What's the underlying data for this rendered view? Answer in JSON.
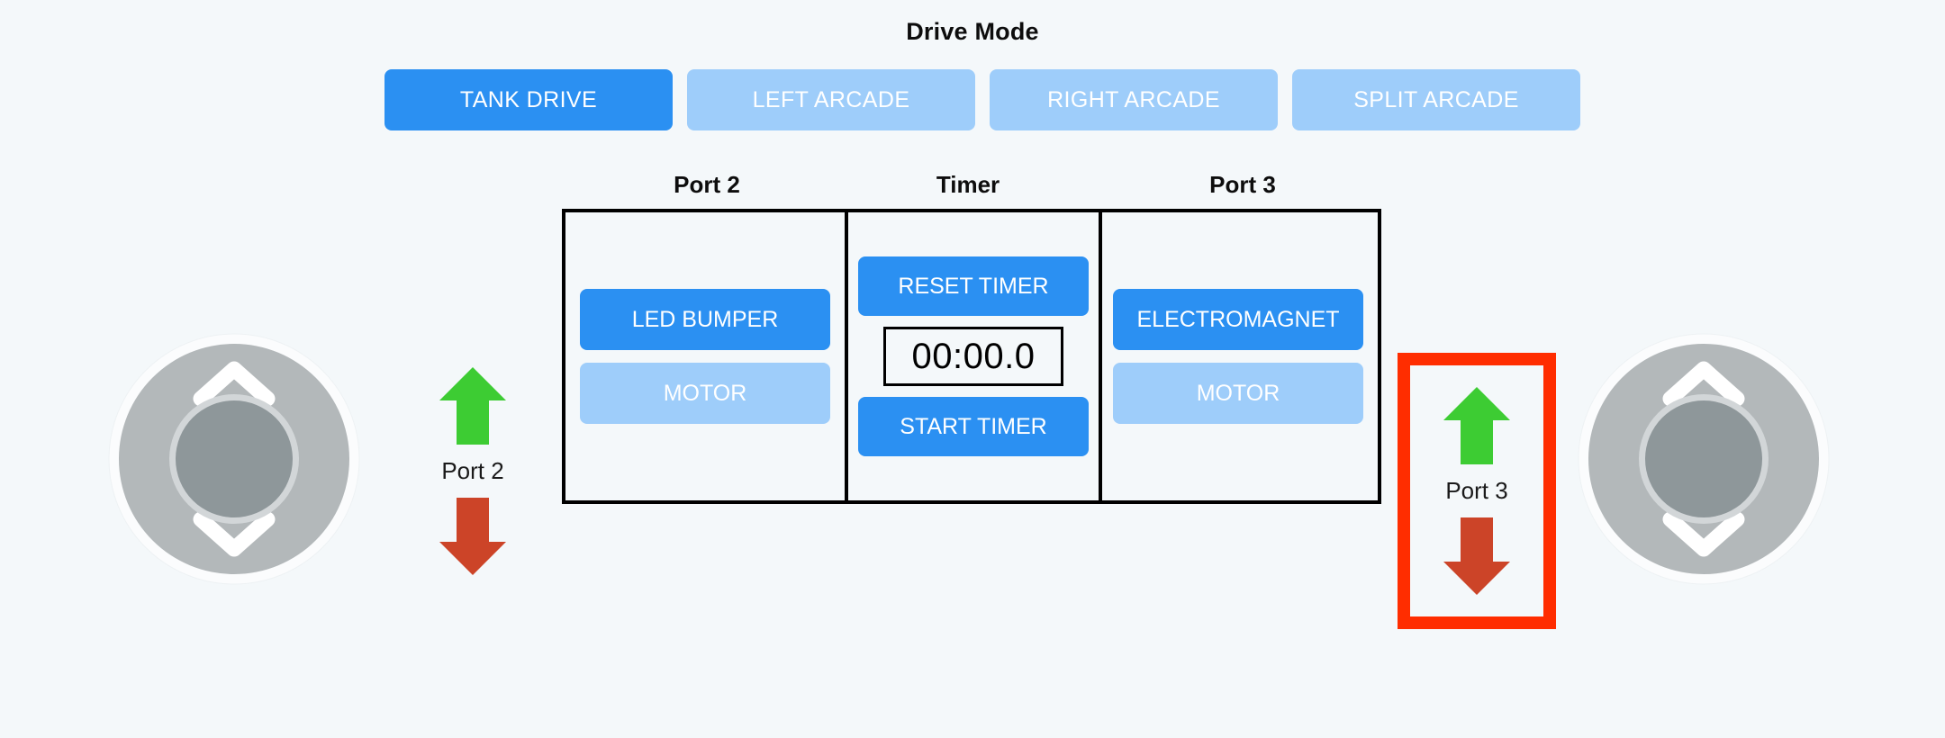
{
  "drive_mode": {
    "title": "Drive Mode",
    "options": [
      {
        "label": "TANK DRIVE",
        "active": true
      },
      {
        "label": "LEFT ARCADE",
        "active": false
      },
      {
        "label": "RIGHT ARCADE",
        "active": false
      },
      {
        "label": "SPLIT ARCADE",
        "active": false
      }
    ]
  },
  "panel": {
    "captions": {
      "port2": "Port 2",
      "timer": "Timer",
      "port3": "Port 3"
    },
    "port2": {
      "buttons": [
        {
          "label": "LED BUMPER",
          "active": true
        },
        {
          "label": "MOTOR",
          "active": false
        }
      ]
    },
    "timer": {
      "reset_label": "RESET TIMER",
      "display": "00:00.0",
      "start_label": "START TIMER"
    },
    "port3": {
      "buttons": [
        {
          "label": "ELECTROMAGNET",
          "active": true
        },
        {
          "label": "MOTOR",
          "active": false
        }
      ]
    }
  },
  "port_indicators": [
    {
      "label": "Port 2",
      "up_icon": "arrow-up-icon",
      "down_icon": "arrow-down-icon",
      "highlighted": false
    },
    {
      "label": "Port 3",
      "up_icon": "arrow-up-icon",
      "down_icon": "arrow-down-icon",
      "highlighted": true
    }
  ],
  "joysticks": [
    {
      "name": "left-joystick",
      "up_icon": "chevron-up-icon",
      "down_icon": "chevron-down-icon"
    },
    {
      "name": "right-joystick",
      "up_icon": "chevron-up-icon",
      "down_icon": "chevron-down-icon"
    }
  ],
  "colors": {
    "background": "#f4f8fa",
    "accent_active": "#2b90f2",
    "accent_inactive": "#9ecdfa",
    "arrow_up": "#3dcc33",
    "arrow_down": "#cc4428",
    "highlight_border": "#ff2d00",
    "panel_border": "#000000",
    "joystick_base": "#b3b8ba",
    "joystick_knob": "#8e979a"
  }
}
